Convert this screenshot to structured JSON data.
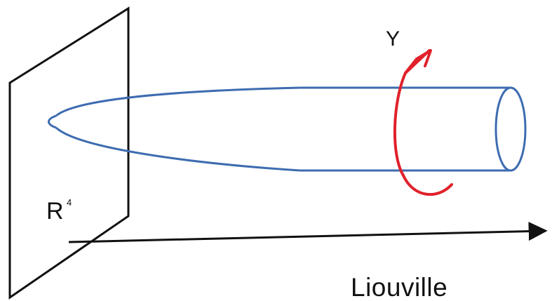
{
  "labels": {
    "rotation": "Y",
    "plane_base": "R",
    "plane_exponent": "4",
    "axis": "Liouville"
  },
  "colors": {
    "tube": "#3d6cb0",
    "rotation_arrow": "#e0212b",
    "lines": "#111111",
    "background": "#ffffff"
  }
}
